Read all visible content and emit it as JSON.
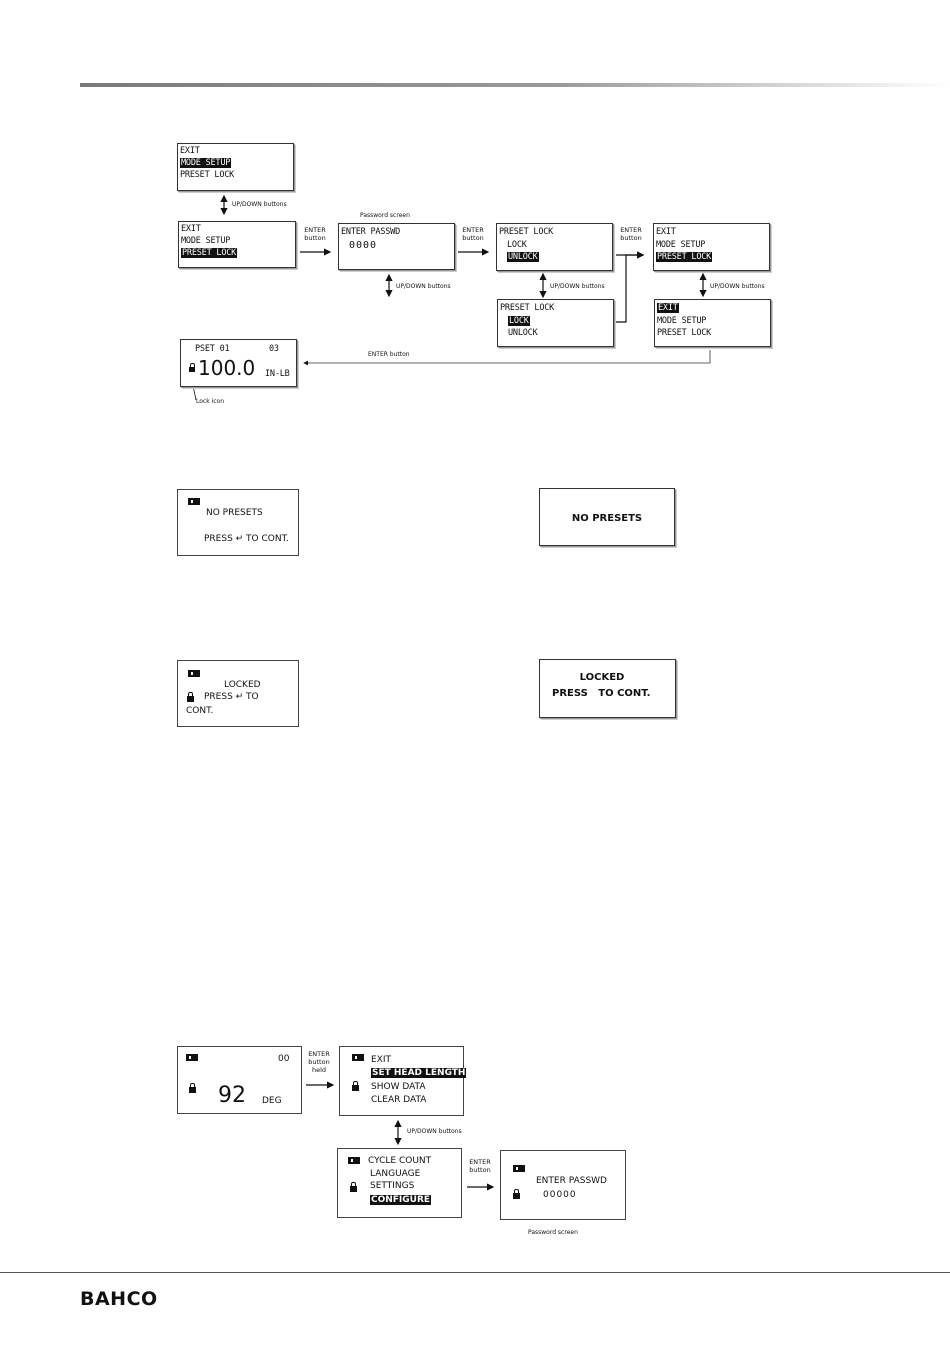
{
  "diagram1": {
    "s1": [
      "EXIT",
      "MODE SETUP",
      "PRESET LOCK"
    ],
    "s2": [
      "EXIT",
      "MODE SETUP",
      "PRESET LOCK"
    ],
    "s3": [
      "ENTER PASSWD",
      "0000"
    ],
    "s4": [
      "PRESET LOCK",
      "LOCK",
      "UNLOCK"
    ],
    "s5": [
      "EXIT",
      "MODE SETUP",
      "PRESET LOCK"
    ],
    "s6": [
      "PRESET LOCK",
      "LOCK",
      "UNLOCK"
    ],
    "s7": [
      "EXIT",
      "MODE SETUP",
      "PRESET LOCK"
    ],
    "s8": {
      "pset": "PSET 01",
      "num": "03",
      "value": "100.0",
      "unit": "IN-LB"
    },
    "labels": {
      "updown": "UP/DOWN buttons",
      "enter1": "ENTER",
      "enter2": "button",
      "password_screen": "Password screen",
      "enter_button": "ENTER button",
      "lock_icon": "Lock icon"
    }
  },
  "nopresets": {
    "left": {
      "line1": "NO PRESETS",
      "line2": "PRESS ↵ TO CONT."
    },
    "right": {
      "text": "NO PRESETS"
    }
  },
  "locked": {
    "left": {
      "line1": "LOCKED",
      "line2": "PRESS ↵ TO",
      "line3": "CONT."
    },
    "right": {
      "line1": "LOCKED",
      "line2": "PRESS   TO CONT."
    }
  },
  "diagram2": {
    "a": {
      "count": "00",
      "value": "92",
      "unit": "DEG"
    },
    "b": [
      "EXIT",
      "SET HEAD LENGTH",
      "SHOW DATA",
      "CLEAR DATA"
    ],
    "c": [
      "CYCLE COUNT",
      "LANGUAGE",
      "SETTINGS",
      "CONFIGURE"
    ],
    "d": [
      "ENTER PASSWD",
      "00000"
    ],
    "labels": {
      "enter_held_1": "ENTER",
      "enter_held_2": "button",
      "enter_held_3": "held",
      "updown": "UP/DOWN buttons",
      "enter1": "ENTER",
      "enter2": "button",
      "password_screen": "Password screen"
    }
  },
  "footer": {
    "brand": "BAHCO"
  }
}
